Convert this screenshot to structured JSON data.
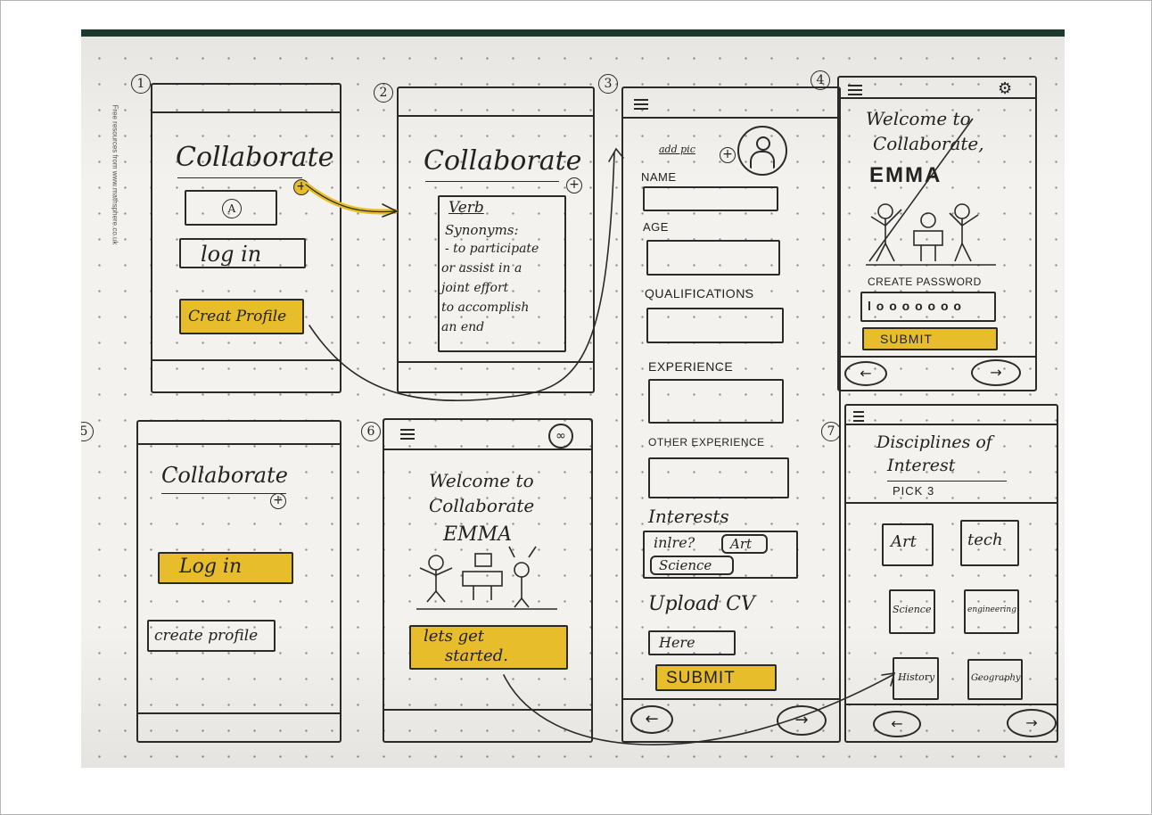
{
  "watermark": "Free resources from www.mathsphere.co.uk",
  "screen_numbers": [
    "1",
    "2",
    "3",
    "4",
    "5",
    "6",
    "7"
  ],
  "screen1": {
    "title": "Collaborate",
    "logo_text": "A",
    "login_label": "log in",
    "create_profile_label": "Creat Profile"
  },
  "screen2": {
    "title": "Collaborate",
    "definition_heading": "Verb",
    "definition_lines": [
      "Synonyms:",
      "- to participate",
      "or assist in a",
      "joint effort",
      "to accomplish",
      "an end"
    ]
  },
  "screen3": {
    "add_photo_label": "add pic",
    "name_label": "NAME",
    "age_label": "AGE",
    "qualifications_label": "QUALIFICATIONS",
    "experience_label": "EXPERIENCE",
    "other_experience_label": "OTHER EXPERIENCE",
    "interests_label": "Interests",
    "interests_prefix": "inlre?",
    "interest_tags": [
      "Art",
      "Science"
    ],
    "upload_cv_label": "Upload CV",
    "upload_here_label": "Here",
    "submit_label": "SUBMIT"
  },
  "screen4": {
    "welcome_line1": "Welcome to",
    "welcome_line2": "Collaborate,",
    "user_name": "EMMA",
    "create_password_label": "CREATE PASSWORD",
    "password_value": "l o o o o o o o",
    "submit_label": "SUBMIT"
  },
  "screen5": {
    "title": "Collaborate",
    "login_label": "Log in",
    "create_profile_label": "create profile"
  },
  "screen6": {
    "welcome_line1": "Welcome to",
    "welcome_line2": "Collaborate",
    "user_name": "EMMA",
    "cta_line1": "lets get",
    "cta_line2": "started."
  },
  "screen7": {
    "heading_line1": "Disciplines of",
    "heading_line2": "Interest",
    "pick_label": "PICK 3",
    "tiles": [
      "Art",
      "tech",
      "Science",
      "engineering",
      "History",
      "Geography"
    ]
  },
  "nav": {
    "back_icon": "left-arrow-icon",
    "forward_icon": "right-arrow-icon"
  },
  "colors": {
    "highlight": "#e7bd2c",
    "ink": "#2a2a2a",
    "paper": "#f3f2ee",
    "background": "#1c3a2e"
  }
}
